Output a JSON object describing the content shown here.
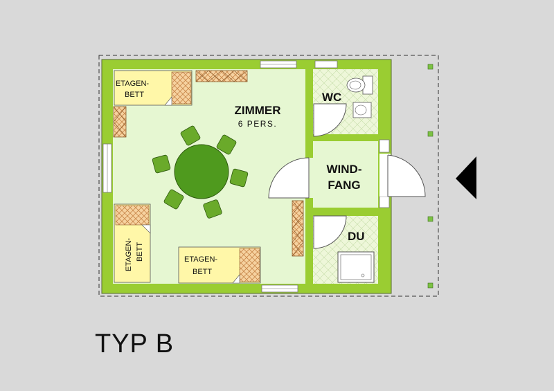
{
  "title": "TYP B",
  "rooms": {
    "zimmer": "ZIMMER",
    "zimmer_capacity": "6 PERS.",
    "wc": "WC",
    "windfang_line1": "WIND-",
    "windfang_line2": "FANG",
    "du": "DU"
  },
  "beds": [
    {
      "line1": "ETAGEN-",
      "line2": "BETT"
    },
    {
      "line1": "ETAGEN-",
      "line2": "BETT"
    },
    {
      "line1": "ETAGEN-",
      "line2": "BETT"
    }
  ],
  "colors": {
    "wall": "#9acd32",
    "floor": "#e6f7d2",
    "bed": "#fff7a8",
    "furniture": "#f5c890",
    "table": "#4f9a1e",
    "chair": "#6aaa2a",
    "tile": "#eef7d9"
  },
  "entrance_marker": "triangle-arrow-icon"
}
